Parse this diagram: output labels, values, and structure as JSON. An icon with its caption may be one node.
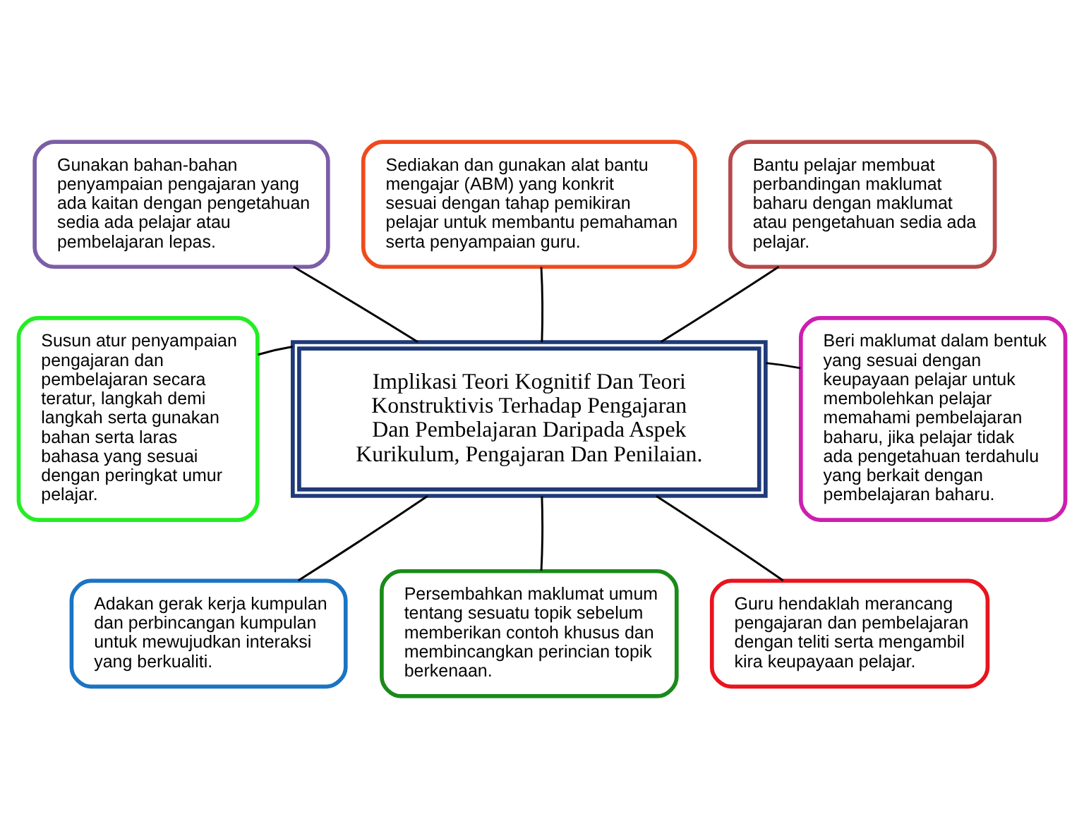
{
  "diagram": {
    "nodes": [
      {
        "text": [
          "Implikasi Teori Kognitif Dan Teori Konstruktivis Terhadap Pengajaran Dan Pembelajaran Daripada Aspek Kurikulum, Pengajaran Dan Penilaian."
        ]
      },
      {
        "text": [
          "Gunakan bahan-bahan penyampaian pengajaran yang ada kaitan dengan pengetahuan sedia ada pelajar atau pembelajaran lepas."
        ]
      },
      {
        "text": [
          "Sediakan dan gunakan alat bantu mengajar (ABM) yang konkrit sesuai dengan tahap pemikiran pelajar untuk membantu pemahaman serta penyampaian guru."
        ]
      },
      {
        "text": [
          "Bantu pelajar membuat perbandingan maklumat baharu dengan maklumat atau pengetahuan sedia ada pelajar."
        ]
      },
      {
        "text": [
          "Susun atur penyampaian pengajaran dan pembelajaran secara teratur, langkah demi langkah serta gunakan bahan serta laras bahasa yang sesuai dengan peringkat umur pelajar."
        ]
      },
      {
        "text": [
          "Beri maklumat dalam bentuk yang sesuai dengan keupayaan pelajar untuk membolehkan pelajar memahami pembelajaran baharu, jika pelajar tidak ada pengetahuan terdahulu yang berkait dengan pembelajaran baharu."
        ]
      },
      {
        "text": [
          "Adakan gerak kerja kumpulan dan perbincangan kumpulan untuk mewujudkan interaksi yang berkualiti."
        ]
      },
      {
        "text": [
          "Persembahkan maklumat umum tentang sesuatu topik sebelum memberikan contoh khusus dan membincangkan perincian topik berkenaan."
        ]
      },
      {
        "text": [
          "Guru hendaklah merancang pengajaran dan pembelajaran dengan teliti serta mengambil kira keupayaan pelajar."
        ]
      }
    ],
    "edges": [
      {
        "from": 0,
        "to": 1,
        "arrow": "none"
      },
      {
        "from": 0,
        "to": 2,
        "arrow": "none"
      },
      {
        "from": 0,
        "to": 3,
        "arrow": "none"
      },
      {
        "from": 0,
        "to": 4,
        "arrow": "none"
      },
      {
        "from": 0,
        "to": 5,
        "arrow": "none"
      },
      {
        "from": 0,
        "to": 6,
        "arrow": "none"
      },
      {
        "from": 0,
        "to": 7,
        "arrow": "none"
      },
      {
        "from": 0,
        "to": 8,
        "arrow": "none"
      }
    ]
  }
}
